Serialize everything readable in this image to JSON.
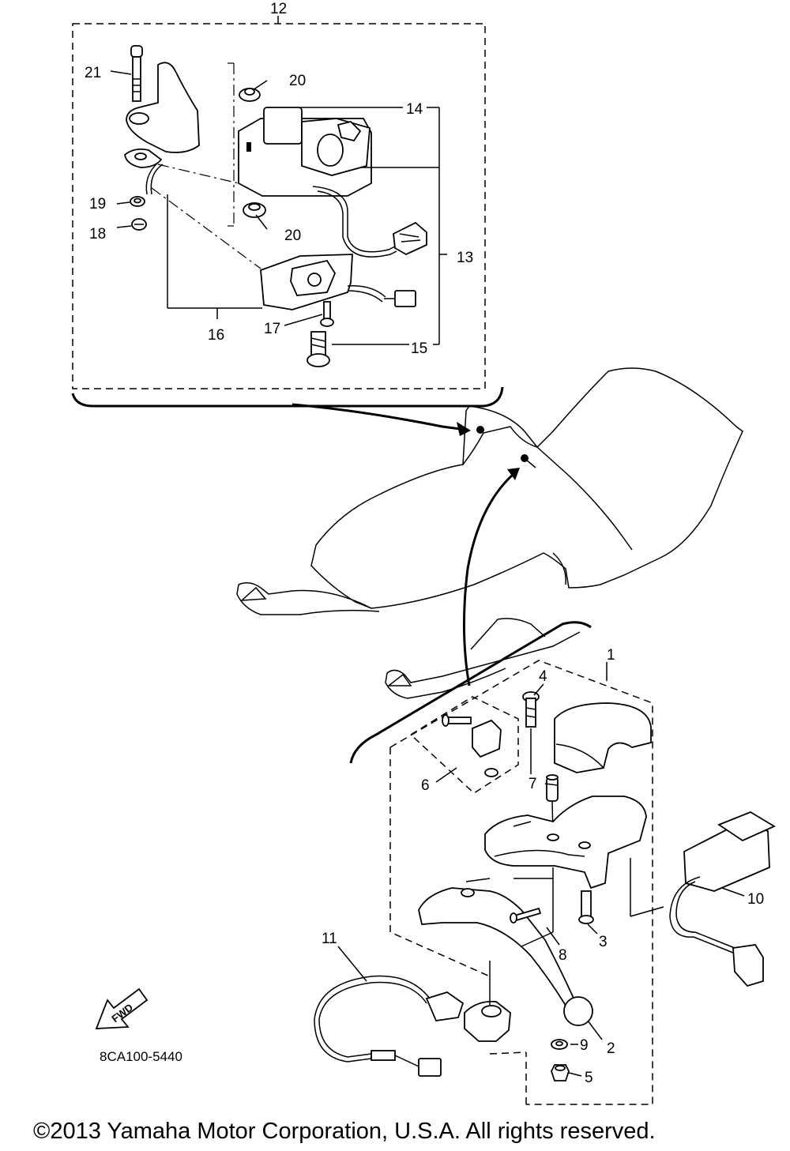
{
  "callouts": {
    "c1": "1",
    "c2": "2",
    "c3": "3",
    "c4": "4",
    "c5": "5",
    "c6": "6",
    "c7": "7",
    "c8": "8",
    "c9": "9",
    "c10": "10",
    "c11": "11",
    "c12": "12",
    "c13": "13",
    "c14": "14",
    "c15": "15",
    "c16": "16",
    "c17": "17",
    "c18": "18",
    "c19": "19",
    "c20a": "20",
    "c20b": "20",
    "c21": "21"
  },
  "fwd_arrow_label": "FWD",
  "diagram_code": "8CA100-5440",
  "copyright": "©2013 Yamaha Motor Corporation, U.S.A. All rights reserved."
}
